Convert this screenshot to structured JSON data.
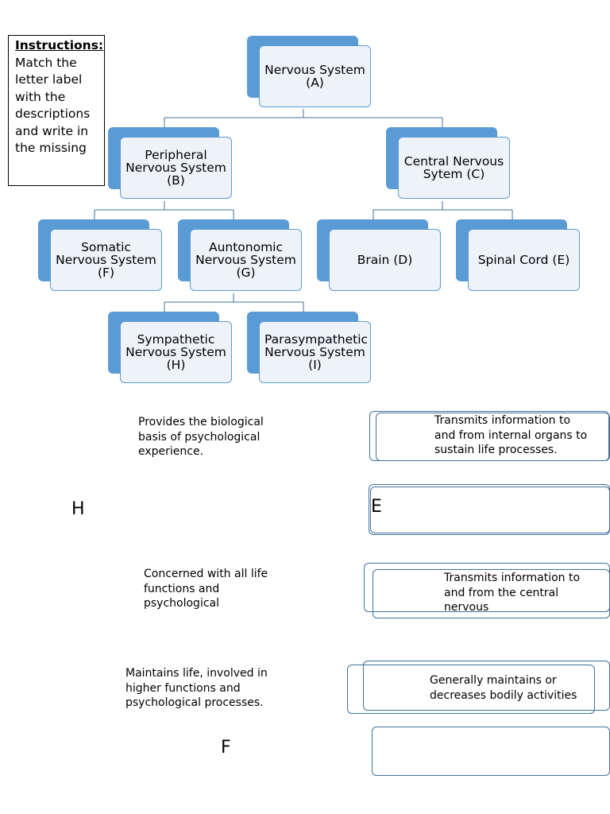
{
  "instructions": {
    "heading": "Instructions:",
    "text": "Match the letter label with the descriptions and write in the missing"
  },
  "diagram": {
    "nodes": {
      "nervous_system": "Nervous System (A)",
      "peripheral": "Peripheral Nervous System (B)",
      "central": "Central Nervous Sytem (C)",
      "somatic": "Somatic Nervous System (F)",
      "autonomic": "Auntonomic Nervous System (G)",
      "brain": "Brain (D)",
      "spinal_cord": "Spinal Cord (E)",
      "sympathetic": "Sympathetic Nervous System (H)",
      "parasympathetic": "Parasympathetic Nervous System (I)"
    }
  },
  "matching": {
    "left": [
      "Provides the biological basis of psychological experience.",
      "Concerned with all life functions and psychological",
      "Maintains life, involved in higher functions and psychological processes."
    ],
    "right": [
      "Transmits information to and from internal organs to sustain life processes.",
      "Transmits information to and from the central nervous",
      "Generally maintains or decreases bodily activities"
    ],
    "answers": {
      "left_h": "H",
      "right_e": "E",
      "bottom_f": "F"
    }
  }
}
